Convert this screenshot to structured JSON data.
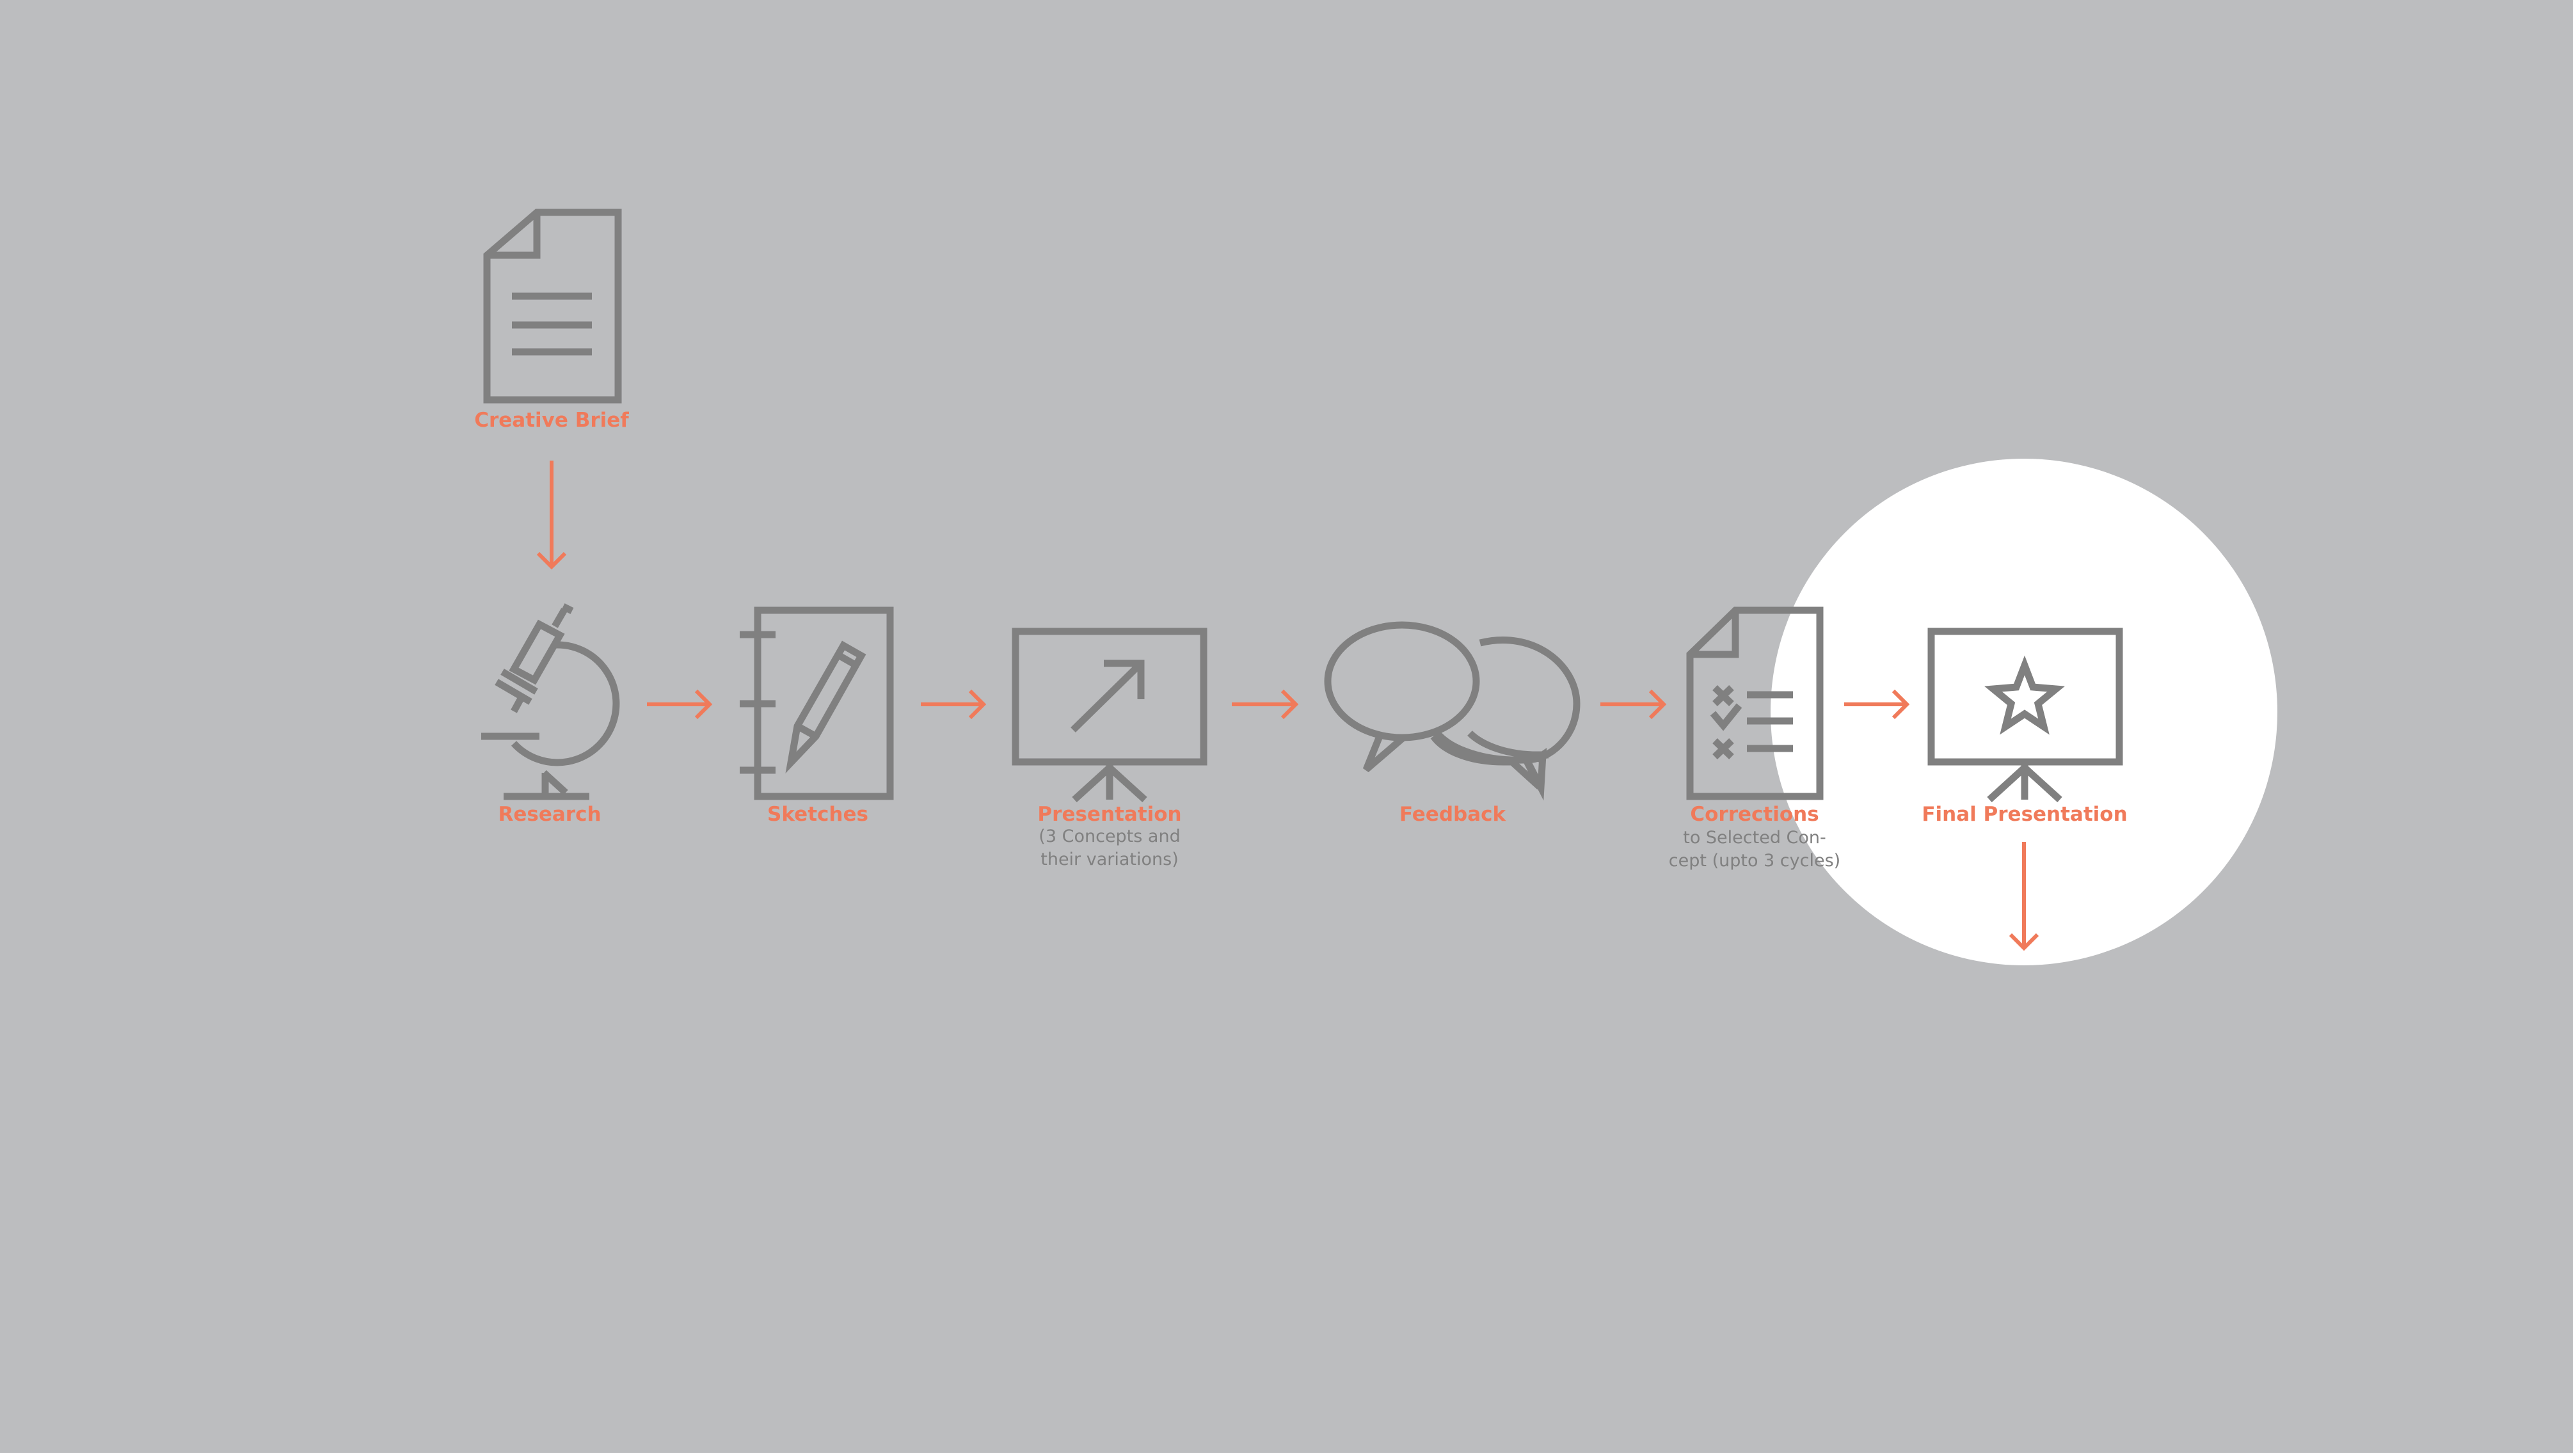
{
  "colors": {
    "background": "#bcbdbf",
    "icon": "#808080",
    "accent": "#f07a5a",
    "sub_text": "#808080",
    "highlight": "#ffffff"
  },
  "steps": [
    {
      "id": "creative-brief",
      "label": "Creative Brief",
      "icon": "document-icon"
    },
    {
      "id": "research",
      "label": "Research",
      "icon": "microscope-icon"
    },
    {
      "id": "sketches",
      "label": "Sketches",
      "icon": "sketchbook-pencil-icon"
    },
    {
      "id": "presentation",
      "label": "Presentation",
      "sub_lines": [
        "(3 Concepts and",
        "their variations)"
      ],
      "icon": "presentation-board-arrow-icon"
    },
    {
      "id": "feedback",
      "label": "Feedback",
      "icon": "speech-bubbles-icon"
    },
    {
      "id": "corrections",
      "label": "Corrections",
      "sub_lines": [
        "to Selected Con-",
        "cept (upto 3 cycles)"
      ],
      "icon": "checklist-document-icon"
    },
    {
      "id": "final-presentation",
      "label": "Final Presentation",
      "icon": "presentation-board-star-icon",
      "highlighted": true
    }
  ],
  "flow": [
    {
      "from": "creative-brief",
      "to": "research"
    },
    {
      "from": "research",
      "to": "sketches"
    },
    {
      "from": "sketches",
      "to": "presentation"
    },
    {
      "from": "presentation",
      "to": "feedback"
    },
    {
      "from": "feedback",
      "to": "corrections"
    },
    {
      "from": "corrections",
      "to": "final-presentation"
    },
    {
      "from": "final-presentation",
      "to": null
    }
  ]
}
